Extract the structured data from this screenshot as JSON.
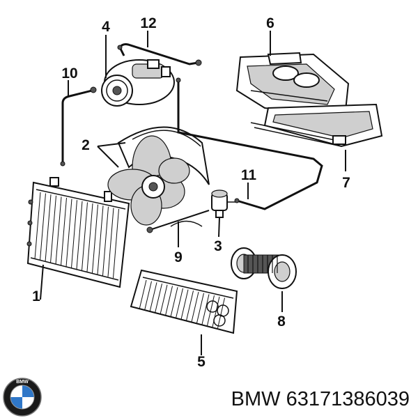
{
  "callouts": [
    {
      "id": "1",
      "text": "1"
    },
    {
      "id": "2",
      "text": "2"
    },
    {
      "id": "3",
      "text": "3"
    },
    {
      "id": "4",
      "text": "4"
    },
    {
      "id": "5",
      "text": "5"
    },
    {
      "id": "6",
      "text": "6"
    },
    {
      "id": "7",
      "text": "7"
    },
    {
      "id": "8",
      "text": "8"
    },
    {
      "id": "9",
      "text": "9"
    },
    {
      "id": "10",
      "text": "10"
    },
    {
      "id": "11",
      "text": "11"
    },
    {
      "id": "12",
      "text": "12"
    }
  ],
  "footer": {
    "part_text": "BMW 63171386039",
    "logo_letters": "BMW"
  }
}
